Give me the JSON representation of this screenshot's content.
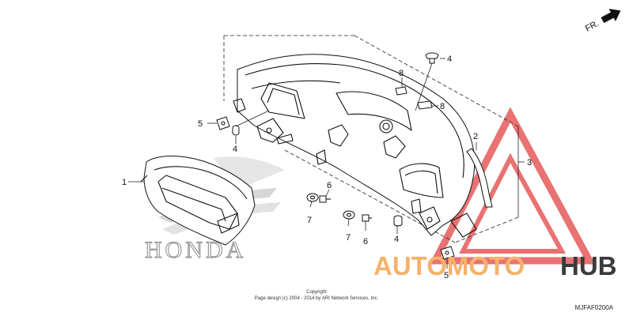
{
  "orientation": {
    "label": "FR.",
    "icon": "arrow-right-icon"
  },
  "callouts": {
    "c1": "1",
    "c2": "2",
    "c3": "3",
    "c4a": "4",
    "c4b": "4",
    "c4c": "4",
    "c5a": "5",
    "c5b": "5",
    "c6a": "6",
    "c6b": "6",
    "c7a": "7",
    "c7b": "7",
    "c8a": "8",
    "c8b": "8"
  },
  "watermark": {
    "brand_left": "AUTOMOTO",
    "brand_right": "HUB",
    "honda": "HONDA",
    "colors": {
      "accent": "#f5b26b",
      "dark": "#3a3a3a",
      "triangle": "#e24444"
    }
  },
  "footer": {
    "copyright_title": "Copyright",
    "copyright_line": "Page design (c) 2004 - 2014 by ARI Network Services, Inc.",
    "diagram_code": "MJFAF0200A"
  }
}
